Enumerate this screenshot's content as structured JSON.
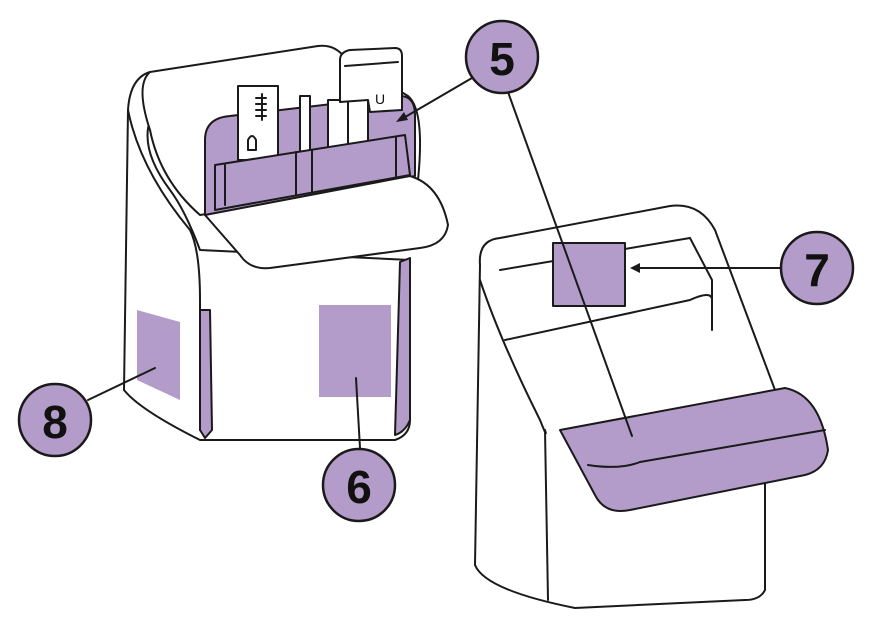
{
  "colors": {
    "accent": "#b39cc9",
    "outline": "#1a1a1a",
    "callout_fill": "#b39cc9"
  },
  "card_letter": "U",
  "callouts": [
    {
      "label": "5",
      "target": "inner-back-panel"
    },
    {
      "label": "6",
      "target": "front-label-area"
    },
    {
      "label": "7",
      "target": "inner-label-area"
    },
    {
      "label": "8",
      "target": "side-label-area"
    }
  ]
}
